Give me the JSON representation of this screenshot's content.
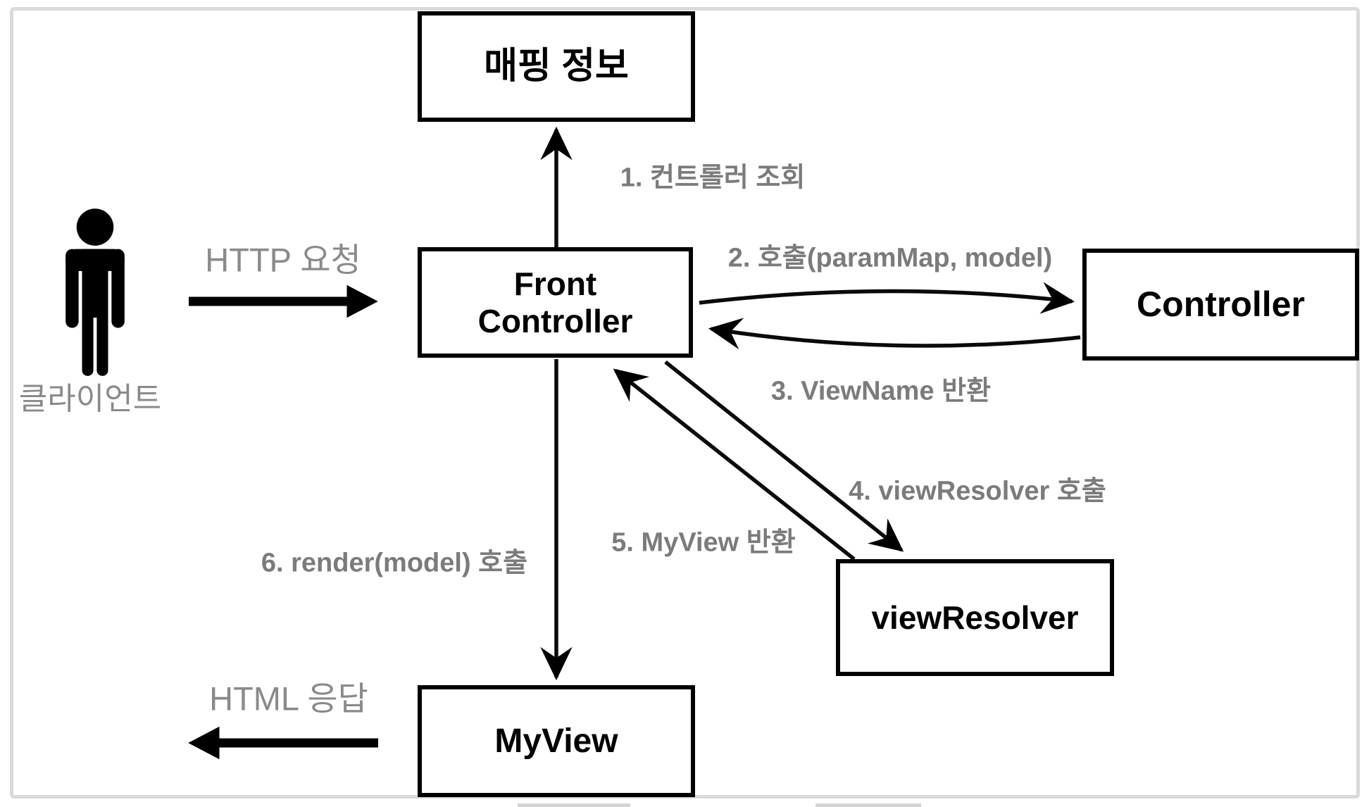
{
  "diagram": {
    "title_none": "",
    "actor": {
      "label": "클라이언트",
      "icon": "person-icon"
    },
    "nodes": {
      "mapping_info": {
        "label": "매핑 정보"
      },
      "front_controller": {
        "label": "Front\nController"
      },
      "controller": {
        "label": "Controller"
      },
      "view_resolver": {
        "label": "viewResolver"
      },
      "my_view": {
        "label": "MyView"
      }
    },
    "edges": {
      "http_request": {
        "label": "HTTP 요청",
        "from": "client",
        "to": "front_controller"
      },
      "step1": {
        "label": "1. 컨트롤러 조회",
        "from": "front_controller",
        "to": "mapping_info"
      },
      "step2": {
        "label": "2. 호출(paramMap, model)",
        "from": "front_controller",
        "to": "controller"
      },
      "step3": {
        "label": "3. ViewName 반환",
        "from": "controller",
        "to": "front_controller"
      },
      "step4": {
        "label": "4. viewResolver 호출",
        "from": "front_controller",
        "to": "view_resolver"
      },
      "step5": {
        "label": "5. MyView 반환",
        "from": "view_resolver",
        "to": "front_controller"
      },
      "step6": {
        "label": "6. render(model) 호출",
        "from": "front_controller",
        "to": "my_view"
      },
      "html_response": {
        "label": "HTML 응답",
        "from": "my_view",
        "to": "client"
      }
    },
    "colors": {
      "node_border": "#000000",
      "node_fill": "#ffffff",
      "label_gray": "#7b7b7b",
      "light_label_gray": "#8a8a8a",
      "frame_border": "#dadada",
      "background": "#ffffff"
    }
  }
}
